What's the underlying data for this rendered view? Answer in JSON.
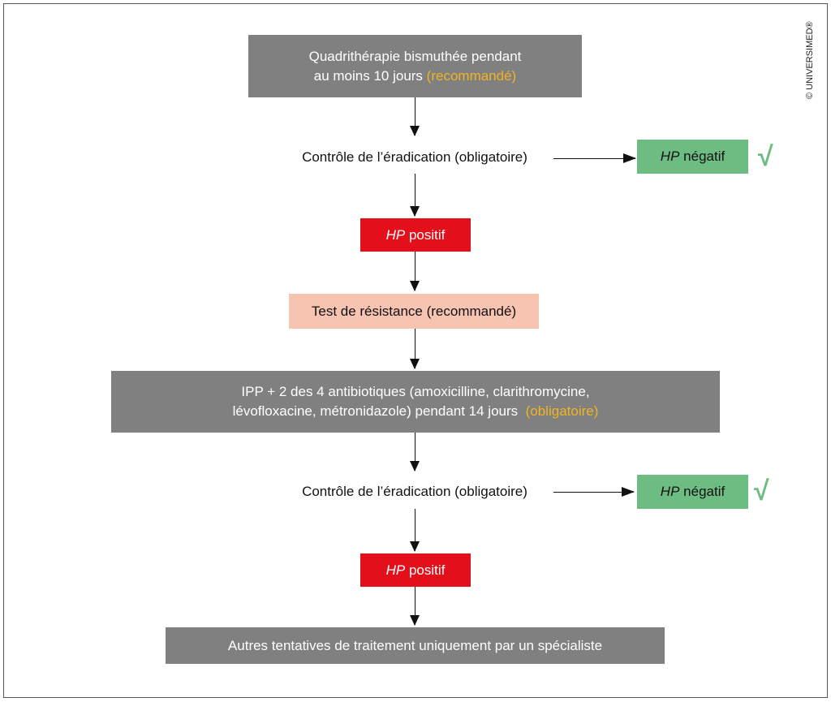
{
  "step1": {
    "text_line1": "Quadrithérapie bismuthée pendant",
    "text_line2": "au moins 10 jours",
    "note": "(recommandé)"
  },
  "control1": {
    "text": "Contrôle de l’éradication (obligatoire)"
  },
  "negative1": {
    "hp": "HP",
    "text": "négatif",
    "check": "√"
  },
  "positive1": {
    "hp": "HP",
    "text": "positif"
  },
  "resistance": {
    "text": "Test de résistance (recommandé)"
  },
  "step2": {
    "text_line1": "IPP + 2 des 4 antibiotiques (amoxicilline, clarithromycine,",
    "text_line2": "lévofloxacine, métronidazole) pendant 14 jours",
    "note": "(obligatoire)"
  },
  "control2": {
    "text": "Contrôle de l’éradication (obligatoire)"
  },
  "negative2": {
    "hp": "HP",
    "text": "négatif",
    "check": "√"
  },
  "positive2": {
    "hp": "HP",
    "text": "positif"
  },
  "final": {
    "text": "Autres tentatives de traitement uniquement par un spécialiste"
  },
  "copyright": "© UNIVERSIMED®",
  "colors": {
    "grey": "#808080",
    "red": "#e3101b",
    "green": "#6dbd83",
    "pink": "#f7c4b2",
    "orange": "#f0b323"
  }
}
